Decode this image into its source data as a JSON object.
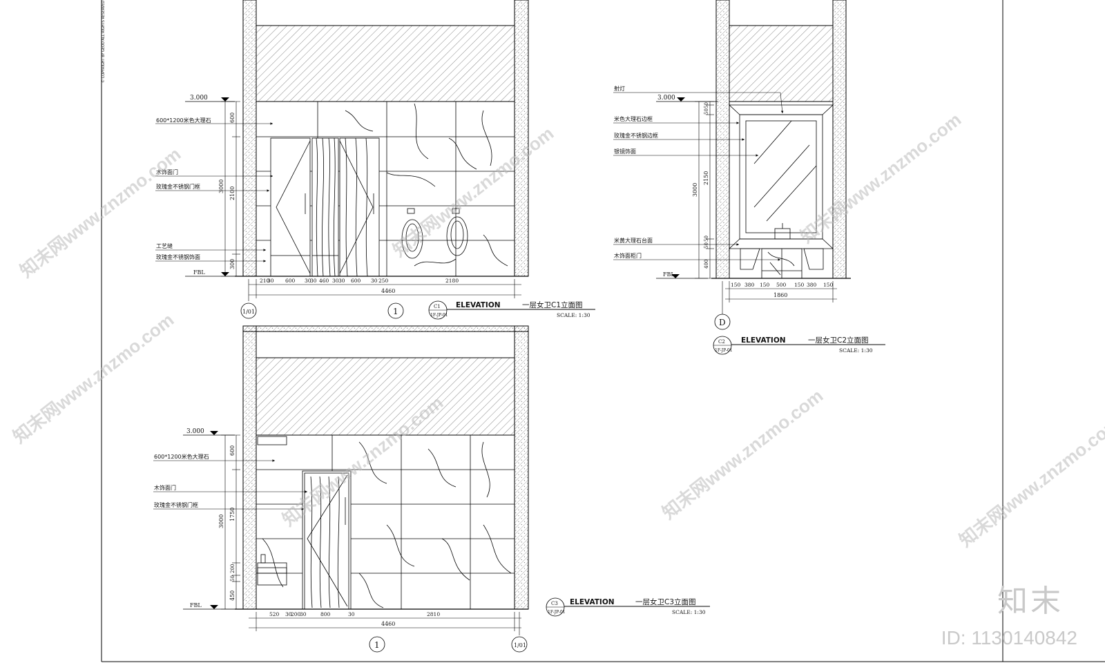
{
  "copyright": "© COPYRIGHT BY GEOO ALL RIGHTS RESERVED",
  "c1": {
    "level": "3.000",
    "floor": "FBL",
    "labels": [
      "600*1200米色大理石",
      "木饰面门",
      "玫瑰金不锈钢门框",
      "工艺缝",
      "玫瑰金不锈钢饰面"
    ],
    "vdims": [
      "600",
      "2100",
      "300",
      "3000"
    ],
    "hdims": [
      "210",
      "30",
      "600",
      "30",
      "30",
      "460",
      "30",
      "30",
      "600",
      "30",
      "250",
      "2180"
    ],
    "total": "4460",
    "axis_left": "1/01",
    "axis_mid": "1",
    "tag_top": "C1",
    "tag_bottom": "1F-JP-01",
    "elev": "ELEVATION",
    "name": "一层女卫C1立面图",
    "scale": "SCALE:  1:30"
  },
  "c2": {
    "level": "3.000",
    "floor": "FBL",
    "labels": [
      "射灯",
      "米色大理石边框",
      "玫瑰金不锈钢边框",
      "银镜饰面",
      "米黄大理石台面",
      "木饰面柜门"
    ],
    "vdims": [
      "50",
      "50",
      "2150",
      "50",
      "50",
      "400",
      "3000"
    ],
    "hdims": [
      "150",
      "380",
      "150",
      "500",
      "150",
      "380",
      "150"
    ],
    "total": "1860",
    "axis": "D",
    "tag_top": "C2",
    "tag_bottom": "1F-JP-01",
    "elev": "ELEVATION",
    "name": "一层女卫C2立面图",
    "scale": "SCALE:  1:30"
  },
  "c3": {
    "level": "3.000",
    "floor": "FBL",
    "labels": [
      "600*1200米色大理石",
      "木饰面门",
      "玫瑰金不锈钢门框"
    ],
    "vdims": [
      "600",
      "1750",
      "200",
      "50",
      "450",
      "3000"
    ],
    "hdims": [
      "520",
      "30",
      "200",
      "30",
      "800",
      "30",
      "2810"
    ],
    "total": "4460",
    "axis_left": "1",
    "axis_right": "1/01",
    "tag_top": "C3",
    "tag_bottom": "1F-JP-01",
    "elev": "ELEVATION",
    "name": "一层女卫C3立面图",
    "scale": "SCALE:  1:30"
  },
  "watermark": "知末网www.znzmo.com",
  "brand": "知末",
  "image_id": "ID: 1130140842"
}
